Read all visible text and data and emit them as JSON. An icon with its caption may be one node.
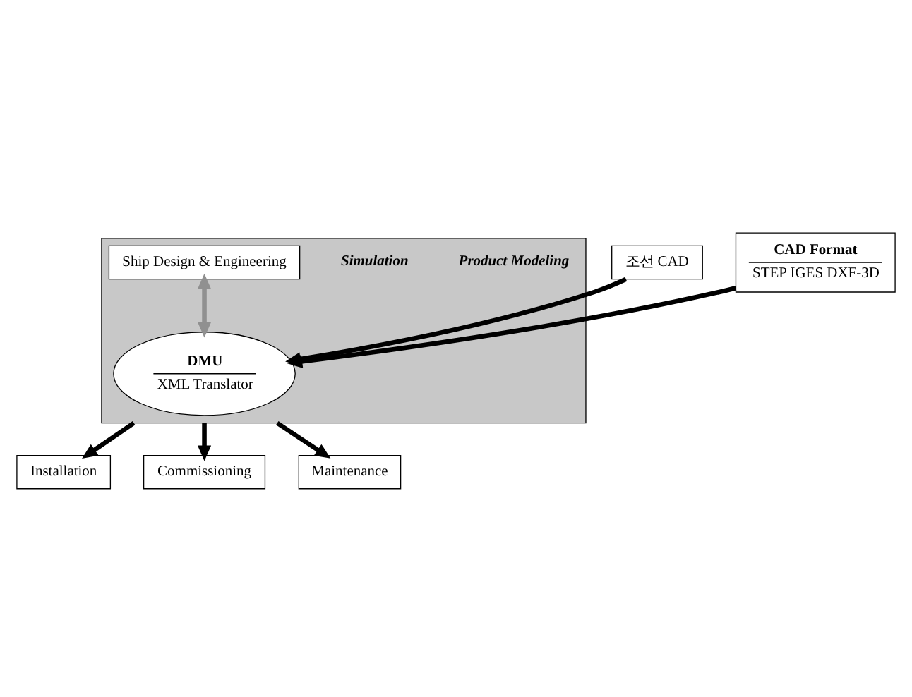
{
  "diagram": {
    "nodes": [
      {
        "text": [],
        "shape": "box"
      },
      {
        "text": [
          "Ship Design & Engineering"
        ],
        "in": 0
      },
      {
        "text": [
          "DMU",
          "XML Translator"
        ],
        "in": 0
      },
      {
        "text": [
          "조선 CAD"
        ]
      },
      {
        "text": [
          "CAD Format",
          "STEP IGES DXF-3D"
        ]
      },
      {
        "text": [
          "Installation"
        ]
      },
      {
        "text": [
          "Commissioning"
        ]
      },
      {
        "text": [
          "Maintenance"
        ]
      }
    ],
    "edges": [
      {
        "from": 1,
        "to": 2,
        "arrow": "both",
        "color": "#909090"
      },
      {
        "from": 3,
        "to": 2,
        "arrow": "to"
      },
      {
        "from": 4,
        "to": 2,
        "arrow": "to"
      },
      {
        "from": 0,
        "to": 5,
        "arrow": "to"
      },
      {
        "from": 0,
        "to": 6,
        "arrow": "to"
      },
      {
        "from": 0,
        "to": 7,
        "arrow": "to"
      }
    ],
    "labels": [
      "Product Modeling",
      "Simulation"
    ]
  }
}
